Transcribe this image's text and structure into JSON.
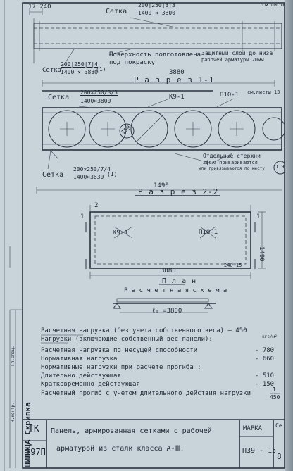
{
  "top_section": {
    "corner_dims": "17 240",
    "mesh_label": "Сетка",
    "mesh_spec_top": "200|250|3|3",
    "mesh_spec_top_sub": "1400 × 3800",
    "corner_ref": "см.листы",
    "mesh_label_left": "Сетка",
    "mesh_spec_left": "200|250|7|4",
    "mesh_spec_left_sub": "1400 × 3830",
    "mesh_spec_left_qty": "(1)",
    "surface_note_1": "Поверхность подготовлена",
    "surface_note_2": "под покраску",
    "length_dim": "3880",
    "cover_note_1": "Защитный слой до низа",
    "cover_note_2": "рабочей арматуры 20мм"
  },
  "section_1": {
    "title": "Р а з р е з  1-1",
    "mesh_label": "Сетка",
    "mesh_spec": "200×250/3/3",
    "mesh_spec_sub": "1400×3800",
    "k9_label": "К9-1",
    "p10_label": "П10-1",
    "sheet_ref": "см.листы 13",
    "hole_mark": "159",
    "bars_note_1": "Отдельные стержни",
    "bars_note_2": "2ф6АⅠ привариваются",
    "bars_note_3": "или привязываются по месту",
    "circle_ref": "119",
    "mesh_label_bottom": "Сетка",
    "mesh_spec_bottom": "200×250/7/4",
    "mesh_spec_bottom_sub": "1400×3830",
    "mesh_spec_bottom_qty": "(1)",
    "width_dim": "1490"
  },
  "section_2": {
    "title": "Р а з р е з  2-2",
    "mark_2": "2",
    "mark_1": "1",
    "k9_label": "К9-1",
    "p10_label": "П10-1",
    "height_dim": "1490",
    "length_dim": "3880",
    "small_dims": "240 15",
    "plan_title": "П л а н"
  },
  "scheme": {
    "title": "Р а с ч е т н а я   с х е м а",
    "span_label": "ℓ₀ =3800"
  },
  "loads": {
    "line1": "Расчетная нагрузка (без учета собственного веса) — 450",
    "line1_unit": "кгс/м²",
    "line2": "Нагрузки (включающие собственный вес панели):",
    "rows": [
      {
        "label": "Расчетная нагрузка по несущей способности",
        "value": "- 780"
      },
      {
        "label": "Нормативная нагрузка",
        "value": "- 660"
      },
      {
        "label": "Нормативные нагрузки при расчете прогиба :",
        "value": ""
      },
      {
        "label": "Длительно действующая",
        "value": "- 510"
      },
      {
        "label": "Кратковременно  действующая",
        "value": "- 150"
      }
    ],
    "deflection_label": "Расчетный прогиб с учетом длительного действия нагрузки",
    "deflection_num": "1",
    "deflection_den": "450"
  },
  "side_stamp": {
    "text": "ШИЛИЦА   Скрипка",
    "row_a": "Н.контр.",
    "row_b": "Гл.спец."
  },
  "title_block": {
    "code_top": "ТК",
    "code_bottom": "197П",
    "description_1": "Панель, армированная сетками с рабочей",
    "description_2": "арматурой из стали класса А-Ⅲ.",
    "mark_header": "МАРКА",
    "mark_value": "П39 - 15",
    "sheet_header": "Се",
    "sheet_value": "8"
  },
  "colors": {
    "paper": "#c9d4da",
    "ink": "#2b3240",
    "background": "#2e3f4f"
  }
}
